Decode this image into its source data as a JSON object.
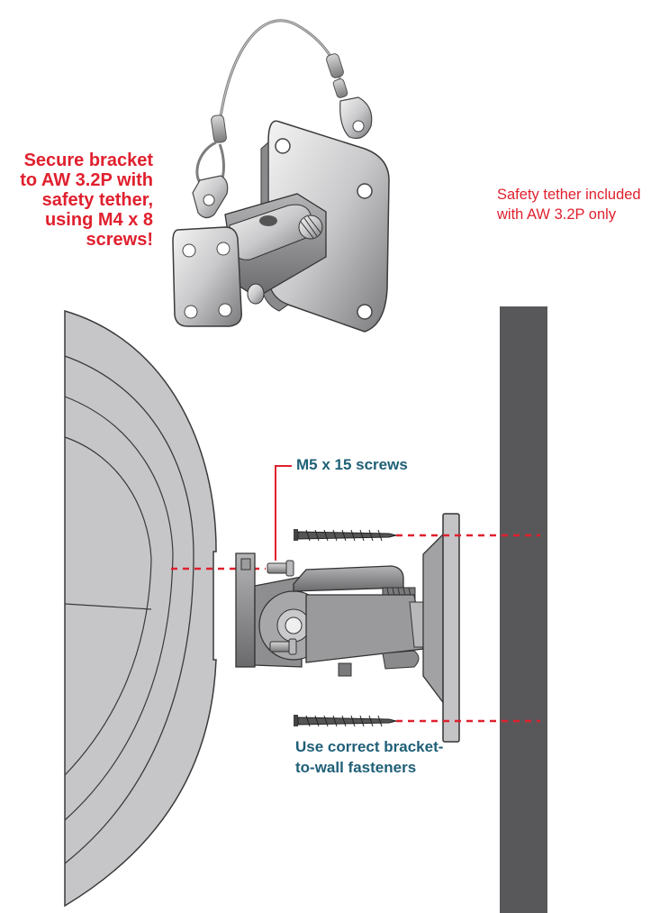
{
  "labels": {
    "warning": "Secure bracket to AW 3.2P with safety tether, using M4 x 8 screws!",
    "tether_note": "Safety tether included with AW 3.2P only",
    "screw_label": "M5 x 15 screws",
    "fastener_note": "Use correct bracket-to-wall fasteners"
  },
  "colors": {
    "callout_red": "#e0202e",
    "callout_teal": "#1f5f77",
    "wall": "#58585a",
    "speaker": "#c6c6c8",
    "bracket": "#8e8e90"
  },
  "icons": [
    "safety-tether-icon",
    "wall-bracket-icon",
    "wood-screw-icon",
    "machine-screw-icon"
  ]
}
